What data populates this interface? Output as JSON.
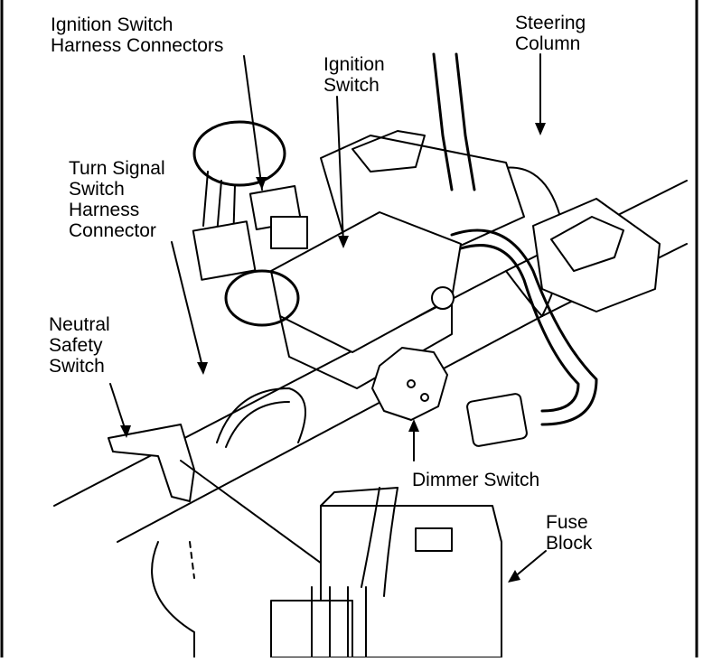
{
  "labels": {
    "ignition_switch_harness_connectors": [
      "Ignition Switch",
      "Harness Connectors"
    ],
    "steering_column": [
      "Steering",
      "Column"
    ],
    "ignition_switch": [
      "Ignition",
      "Switch"
    ],
    "turn_signal_switch_harness_connector": [
      "Turn Signal",
      "Switch",
      "Harness",
      "Connector"
    ],
    "neutral_safety_switch": [
      "Neutral",
      "Safety",
      "Switch"
    ],
    "dimmer_switch": [
      "Dimmer Switch"
    ],
    "fuse_block": [
      "Fuse",
      "Block"
    ]
  },
  "colors": {
    "ink": "#000000",
    "paper": "#ffffff"
  }
}
